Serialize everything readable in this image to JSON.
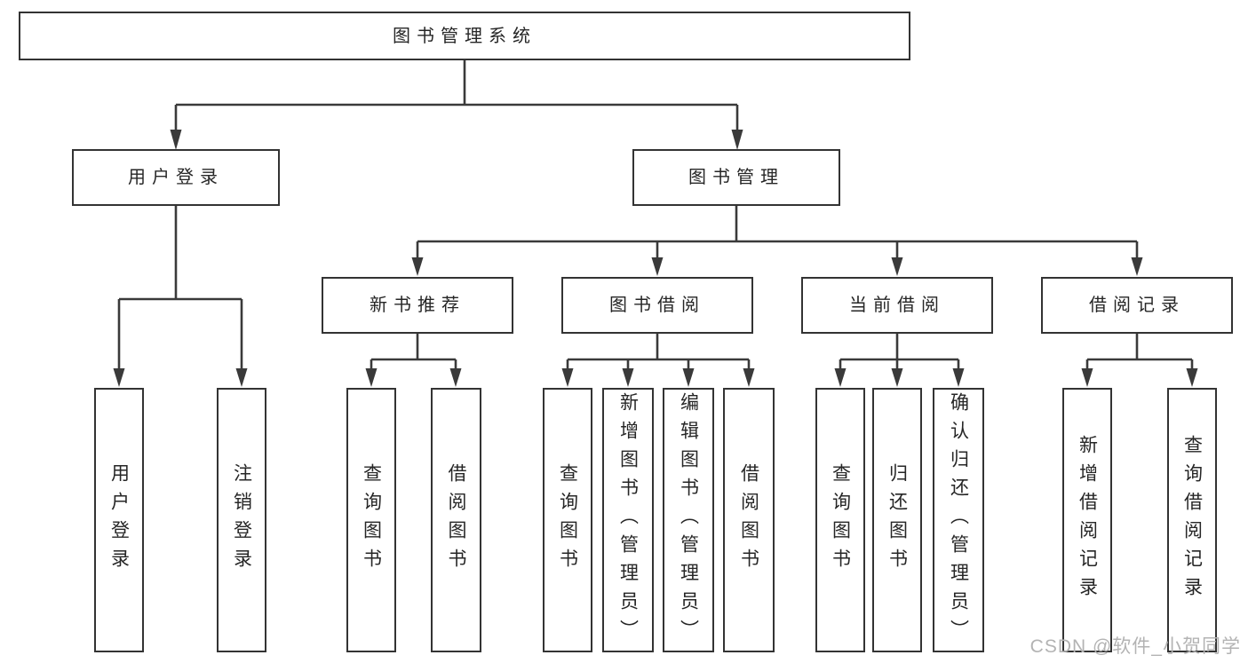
{
  "tree": {
    "root": "图书管理系统",
    "branches": [
      {
        "label": "用户登录",
        "children": [
          "用户登录",
          "注销登录"
        ]
      },
      {
        "label": "图书管理",
        "children": [
          {
            "label": "新书推荐",
            "children": [
              "查询图书",
              "借阅图书"
            ]
          },
          {
            "label": "图书借阅",
            "children": [
              "查询图书",
              "新增图书（管理员）",
              "编辑图书（管理员）",
              "借阅图书"
            ]
          },
          {
            "label": "当前借阅",
            "children": [
              "查询图书",
              "归还图书",
              "确认归还（管理员）"
            ]
          },
          {
            "label": "借阅记录",
            "children": [
              "新增借阅记录",
              "查询借阅记录"
            ]
          }
        ]
      }
    ]
  },
  "watermark": "CSDN @软件_小贺同学",
  "colors": {
    "line": "#3a3a3a",
    "border": "#333333",
    "text": "#262626",
    "watermark": "#b3b3b3",
    "background": "#ffffff"
  }
}
